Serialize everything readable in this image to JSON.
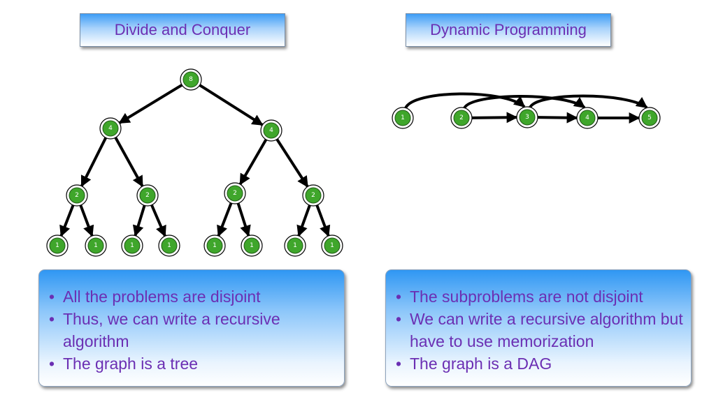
{
  "left": {
    "title": "Divide and Conquer",
    "bullets": [
      "All the problems are disjoint",
      "Thus, we can write a recursive algorithm",
      "The graph is a tree"
    ],
    "tree_labels": {
      "root": "8",
      "level1": [
        "4",
        "4"
      ],
      "level2": [
        "2",
        "2",
        "2",
        "2"
      ],
      "level3": [
        "1",
        "1",
        "1",
        "1",
        "1",
        "1",
        "1",
        "1"
      ]
    }
  },
  "right": {
    "title": "Dynamic Programming",
    "bullets": [
      "The subproblems are not disjoint",
      "We can write a recursive algorithm but have to use memorization",
      "The graph is a DAG"
    ],
    "dag_labels": [
      "1",
      "2",
      "3",
      "4",
      "5"
    ]
  },
  "colors": {
    "title_text": "#6b2fb3",
    "node_fill": "#3fa62b",
    "edge": "#000000"
  }
}
